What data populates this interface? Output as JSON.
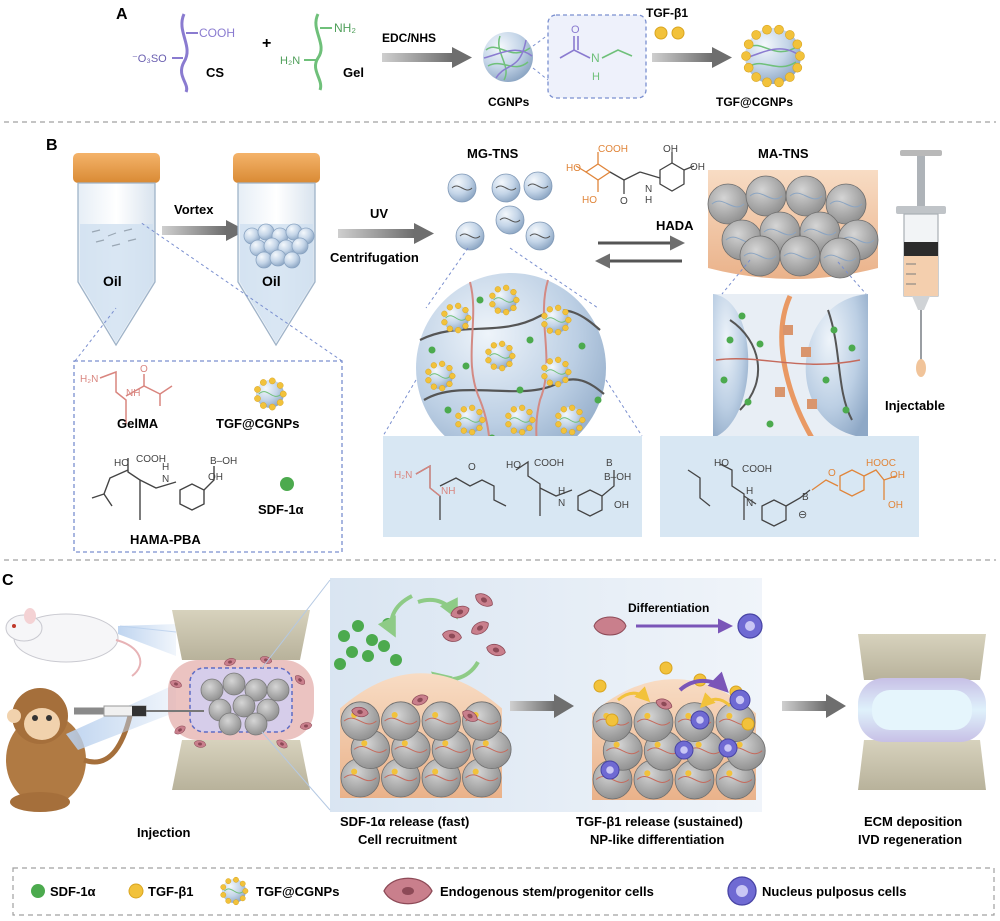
{
  "panels": {
    "a": "A",
    "b": "B",
    "c": "C"
  },
  "panelA": {
    "cs": "CS",
    "cs_cooh": "COOH",
    "cs_so3": "⁻O₃SO",
    "plus": "+",
    "gel": "Gel",
    "gel_nh2_top": "NH₂",
    "gel_nh2_left": "H₂N",
    "reagent": "EDC/NHS",
    "amide_o": "O",
    "amide_n": "N",
    "amide_h": "H",
    "product1": "CGNPs",
    "loading": "TGF-β1",
    "product2": "TGF@CGNPs"
  },
  "panelB": {
    "oil1": "Oil",
    "vortex": "Vortex",
    "oil2": "Oil",
    "uv": "UV",
    "centrifugation": "Centrifugation",
    "mg_tns": "MG-TNS",
    "hada": "HADA",
    "hada_cooh": "COOH",
    "hada_ho_top": "HO",
    "hada_oh_top": "OH",
    "hada_oh_right": "OH",
    "hada_ho_bottom": "HO",
    "hada_o": "O",
    "hada_n": "N",
    "hada_h": "H",
    "ma_tns": "MA-TNS",
    "injectable": "Injectable",
    "legend": {
      "gelma": "GelMA",
      "gelma_h2n": "H₂N",
      "gelma_nh": "NH",
      "gelma_o": "O",
      "tgf_cgnps": "TGF@CGNPs",
      "hama_pba": "HAMA-PBA",
      "hama_cooh": "COOH",
      "hama_ho": "HO",
      "hama_oh": "OH",
      "hama_b": "B",
      "hama_bo": "B–OH",
      "hama_n": "N",
      "hama_h": "H",
      "sdf": "SDF-1α"
    },
    "mg_struct": {
      "h2n": "H₂N",
      "nh": "NH",
      "o": "O",
      "cooh": "COOH",
      "ho": "HO",
      "b": "B",
      "boh": "B–OH",
      "oh": "OH",
      "n": "N",
      "h": "H"
    },
    "ma_struct": {
      "cooh1": "COOH",
      "cooh2": "HOOC",
      "oh1": "OH",
      "oh2": "OH",
      "ho": "HO",
      "b": "B",
      "o": "O",
      "n": "N",
      "h": "H",
      "minus": "⊖"
    }
  },
  "panelC": {
    "injection": "Injection",
    "step2_line1": "SDF-1α release (fast)",
    "step2_line2": "Cell recruitment",
    "differentiation": "Differentiation",
    "step3_line1": "TGF-β1 release (sustained)",
    "step3_line2": "NP-like differentiation",
    "step4_line1": "ECM deposition",
    "step4_line2": "IVD regeneration"
  },
  "legend": {
    "sdf": "SDF-1α",
    "tgf": "TGF-β1",
    "tgf_cgnps": "TGF@CGNPs",
    "stem": "Endogenous stem/progenitor cells",
    "np": "Nucleus pulposus cells"
  },
  "colors": {
    "cs": "#8a7bd0",
    "gel": "#6fc07a",
    "gelma": "#d9857f",
    "hada": "#e0853a",
    "sdf": "#4caa4e",
    "tgf": "#f2c23b",
    "stem": "#c97f8c",
    "np": "#6f6ad3",
    "sphere": "#b9cde4",
    "hydrogel": "#f3c9a6",
    "arrow": "#777777",
    "dash": "#7a8fcf"
  }
}
